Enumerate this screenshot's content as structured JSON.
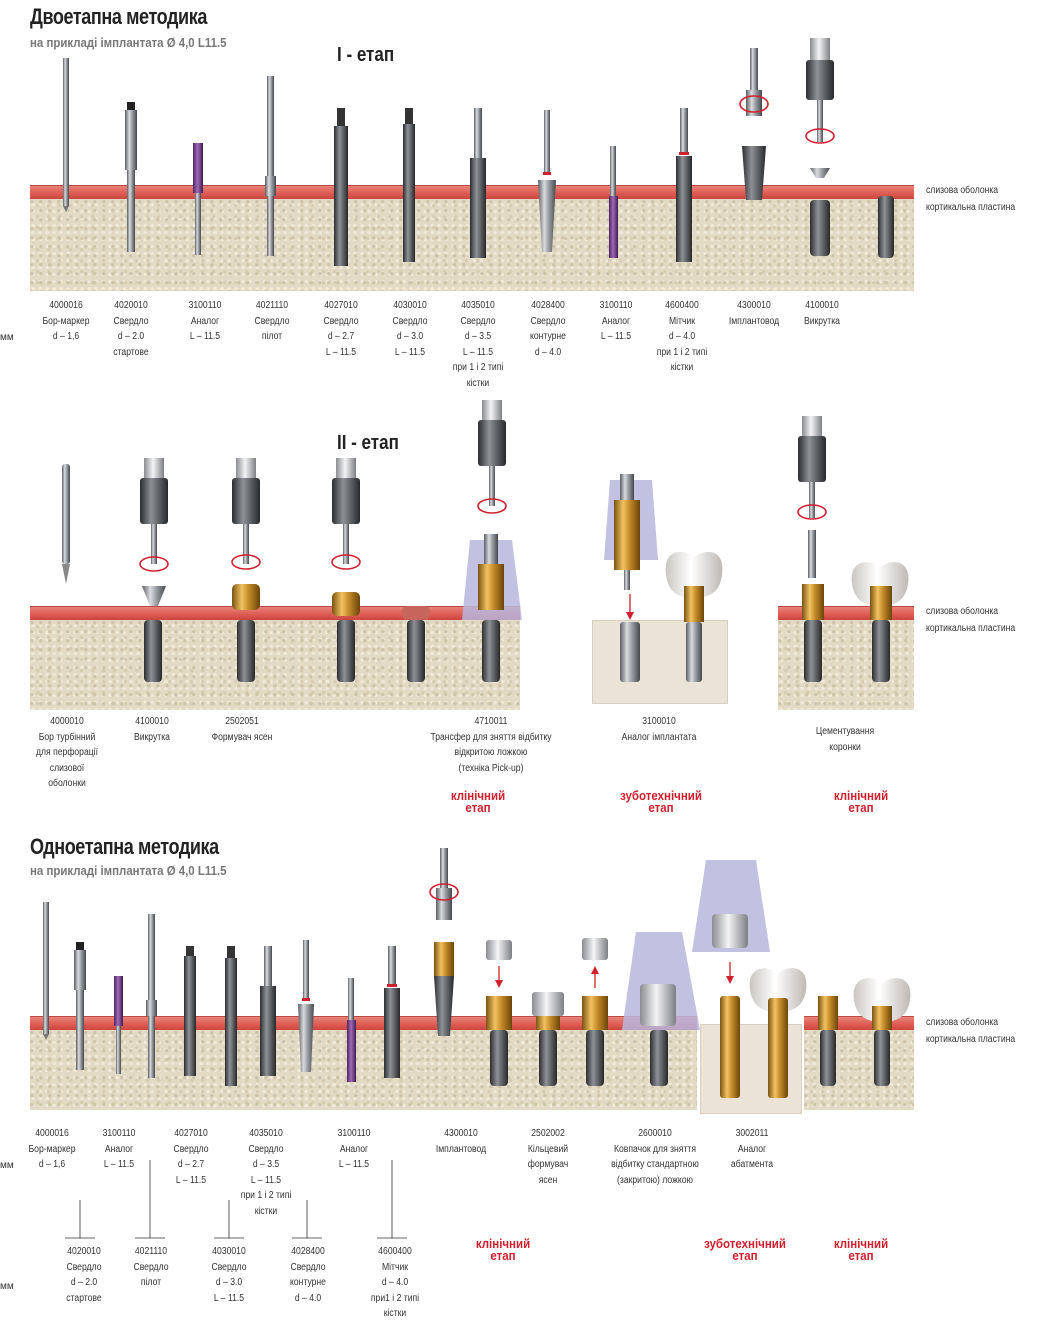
{
  "two_stage": {
    "title": "Двоетапна методика",
    "subtitle": "на прикладі імплантата Ø 4,0 L11.5",
    "stage1": "I - етап",
    "stage2": "II - етап",
    "tools_stage1": [
      {
        "code": "4000016",
        "lines": [
          "Бор-маркер",
          "d – 1,6"
        ]
      },
      {
        "code": "4020010",
        "lines": [
          "Свердло",
          "d – 2.0",
          "стартове"
        ]
      },
      {
        "code": "3100110",
        "lines": [
          "Аналог",
          "L – 11.5"
        ]
      },
      {
        "code": "4021110",
        "lines": [
          "Свердло",
          "пілот"
        ]
      },
      {
        "code": "4027010",
        "lines": [
          "Свердло",
          "d – 2.7",
          "L – 11.5"
        ]
      },
      {
        "code": "4030010",
        "lines": [
          "Свердло",
          "d – 3.0",
          "L – 11.5"
        ]
      },
      {
        "code": "4035010",
        "lines": [
          "Свердло",
          "d – 3.5",
          "L – 11.5",
          "при 1 і 2 типі",
          "кістки"
        ]
      },
      {
        "code": "4028400",
        "lines": [
          "Свердло",
          "контурне",
          "d – 4.0"
        ]
      },
      {
        "code": "3100110",
        "lines": [
          "Аналог",
          "L – 11.5"
        ]
      },
      {
        "code": "4600400",
        "lines": [
          "Мітчик",
          "d – 4.0",
          "при 1 і 2 типі",
          "кістки"
        ]
      },
      {
        "code": "4300010",
        "lines": [
          "Імплантовод"
        ]
      },
      {
        "code": "4100010",
        "lines": [
          "Викрутка"
        ]
      }
    ],
    "tools_stage2": [
      {
        "code": "4000010",
        "lines": [
          "Бор турбінний",
          "для перфорації",
          "слизової",
          "оболонки"
        ]
      },
      {
        "code": "4100010",
        "lines": [
          "Викрутка"
        ]
      },
      {
        "code": "2502051",
        "lines": [
          "Формувач ясен"
        ]
      },
      {
        "code": "4710011",
        "lines": [
          "Трансфер для зняття відбитку",
          "відкритою ложкою",
          "(техніка Pick-up)"
        ]
      },
      {
        "code": "3100010",
        "lines": [
          "Аналог імплантата"
        ]
      },
      {
        "code": "",
        "lines": [
          "Цементування",
          "коронки"
        ]
      }
    ],
    "phases": [
      {
        "lines": [
          "клінічний",
          "етап"
        ]
      },
      {
        "lines": [
          "зуботехнічний",
          "етап"
        ]
      },
      {
        "lines": [
          "клінічний",
          "етап"
        ]
      }
    ]
  },
  "one_stage": {
    "title": "Одноетапна методика",
    "subtitle": "на прикладі імплантата Ø 4,0 L11.5",
    "tools_top": [
      {
        "code": "4000016",
        "lines": [
          "Бор-маркер",
          "d – 1,6"
        ]
      },
      {
        "code": "3100110",
        "lines": [
          "Аналог",
          "L – 11.5"
        ]
      },
      {
        "code": "4027010",
        "lines": [
          "Свердло",
          "d – 2.7",
          "L – 11.5"
        ]
      },
      {
        "code": "4035010",
        "lines": [
          "Свердло",
          "d – 3.5",
          "L – 11.5",
          "при 1 і 2 типі",
          "кістки"
        ]
      },
      {
        "code": "3100110",
        "lines": [
          "Аналог",
          "L – 11.5"
        ]
      },
      {
        "code": "4300010",
        "lines": [
          "Імплантовод"
        ]
      },
      {
        "code": "2502002",
        "lines": [
          "Кільцевий",
          "формувач",
          "ясен"
        ]
      },
      {
        "code": "2600010",
        "lines": [
          "Ковпачок для зняття",
          "відбитку стандартною",
          "(закритою) ложкою"
        ]
      },
      {
        "code": "3002011",
        "lines": [
          "Аналог",
          "абатмента"
        ]
      }
    ],
    "tools_bottom": [
      {
        "code": "4020010",
        "lines": [
          "Свердло",
          "d – 2.0",
          "стартове"
        ]
      },
      {
        "code": "4021110",
        "lines": [
          "Свердло",
          "пілот"
        ]
      },
      {
        "code": "4030010",
        "lines": [
          "Свердло",
          "d – 3.0",
          "L – 11.5"
        ]
      },
      {
        "code": "4028400",
        "lines": [
          "Свердло",
          "контурне",
          "d – 4.0"
        ]
      },
      {
        "code": "4600400",
        "lines": [
          "Мітчик",
          "d – 4.0",
          "при1 і 2 типі",
          "кістки"
        ]
      }
    ],
    "phases": [
      {
        "lines": [
          "клінічний",
          "етап"
        ]
      },
      {
        "lines": [
          "зуботехнічний",
          "етап"
        ]
      },
      {
        "lines": [
          "клінічний",
          "етап"
        ]
      }
    ]
  },
  "side_labels": {
    "mucosa": "слизова оболонка",
    "cortical": "кортикальна пластина",
    "mm": "мм"
  }
}
